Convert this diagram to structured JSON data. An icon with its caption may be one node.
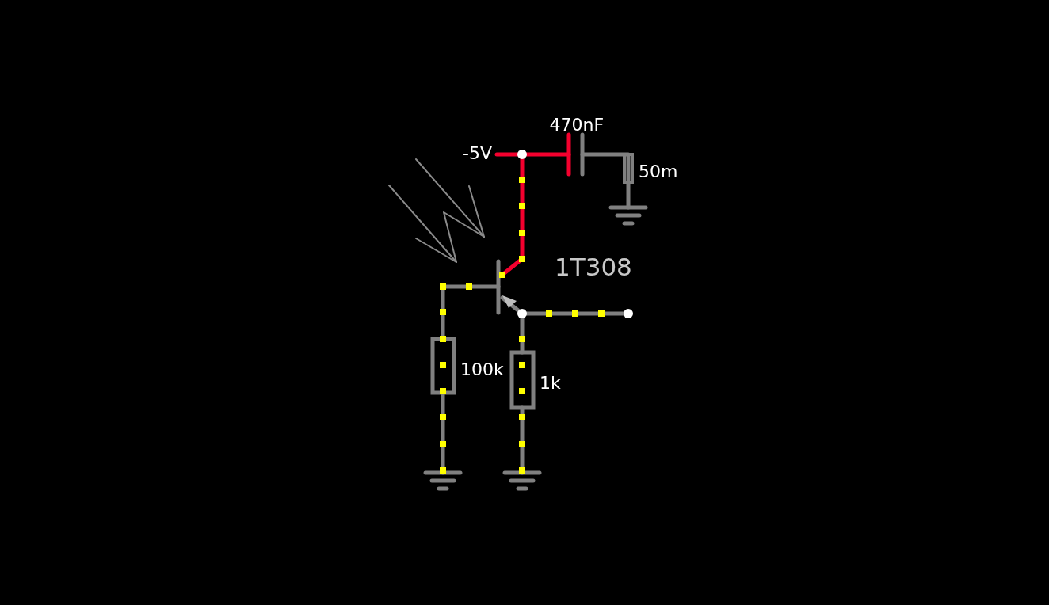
{
  "diagram": {
    "labels": [
      "470nF",
      "-5V",
      "50m",
      "1T308",
      "100k",
      "1k"
    ]
  }
}
